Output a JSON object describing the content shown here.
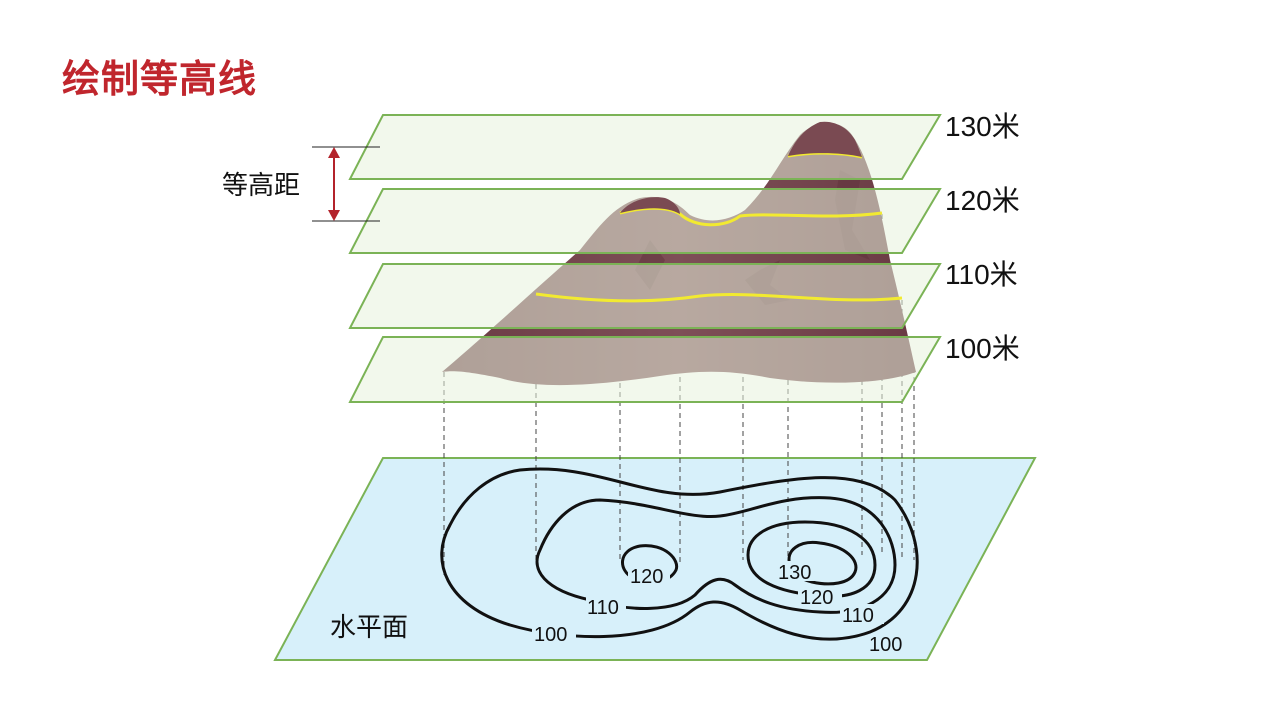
{
  "title": "绘制等高线",
  "labels": {
    "interval": "等高距",
    "water_plane": "水平面",
    "plane_130": "130米",
    "plane_120": "120米",
    "plane_110": "110米",
    "plane_100": "100米"
  },
  "contours": {
    "c100": "100",
    "c110": "110",
    "c110_right": "110",
    "c120_left": "120",
    "c120_right": "120",
    "c130": "130",
    "c100_right": "100"
  },
  "colors": {
    "title": "#c0262d",
    "plane_fill": "#e8f2dc",
    "plane_stroke": "#7bb356",
    "water_fill": "#d7f0fa",
    "mountain": "#7a4a52",
    "contour_highlight": "#f2ea30",
    "arrow": "#b3232b"
  }
}
